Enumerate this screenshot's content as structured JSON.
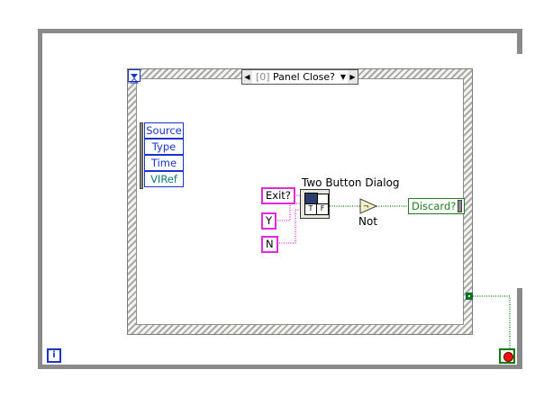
{
  "event_structure": {
    "case_index": "[0]",
    "case_name": "Panel Close?",
    "prev_arrow": "◀",
    "next_arrow": "▶",
    "dropdown_arrow": "▼"
  },
  "event_data_node": {
    "fields": [
      "Source",
      "Type",
      "Time",
      "VIRef"
    ]
  },
  "constants": {
    "message": "Exit?",
    "button1": "Y",
    "button2": "N"
  },
  "dialog": {
    "label": "Two Button Dialog",
    "true_label": "T",
    "false_label": "F"
  },
  "not_function": {
    "label": "Not"
  },
  "indicator": {
    "label": "Discard?"
  },
  "iteration": {
    "label": "i"
  },
  "colors": {
    "loop_border": "#8a8a8a",
    "string_wire": "#e12ad8",
    "boolean_wire": "#0c7a0c",
    "label_blue": "#1a33cc"
  }
}
